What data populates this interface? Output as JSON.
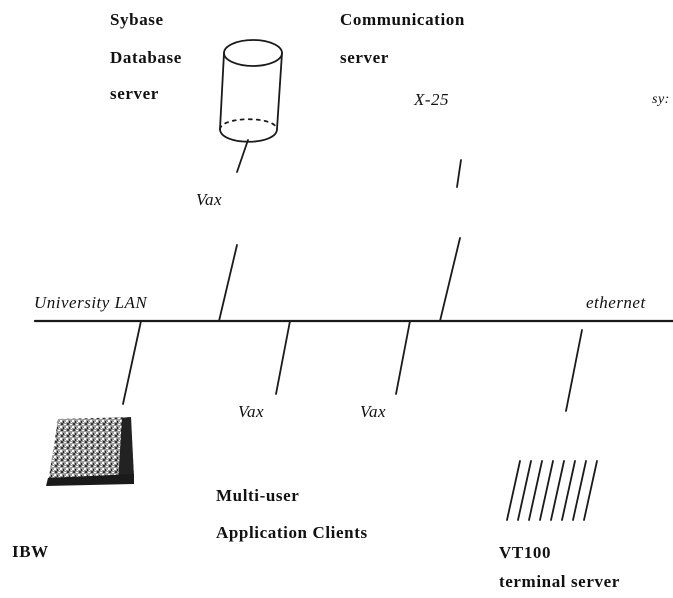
{
  "labels": {
    "sybase_server": [
      "Sybase",
      "Database",
      "server"
    ],
    "comm_server": [
      "Communication",
      "server"
    ],
    "x25": "X-25",
    "sys_partial": "sy:",
    "vax_server": "Vax",
    "university_lan": "University LAN",
    "ethernet": "ethernet",
    "vax_client_1": "Vax",
    "vax_client_2": "Vax",
    "multi_user_clients": [
      "Multi-user",
      "Application Clients"
    ],
    "ibw": "IBW",
    "vt100": [
      "VT100",
      "terminal server"
    ]
  },
  "icons": {
    "database": "database-cylinder-icon",
    "workstation": "ibw-workstation-icon",
    "terminals": "vt100-terminal-lines-icon"
  },
  "colors": {
    "ink": "#111111",
    "background": "#ffffff"
  }
}
